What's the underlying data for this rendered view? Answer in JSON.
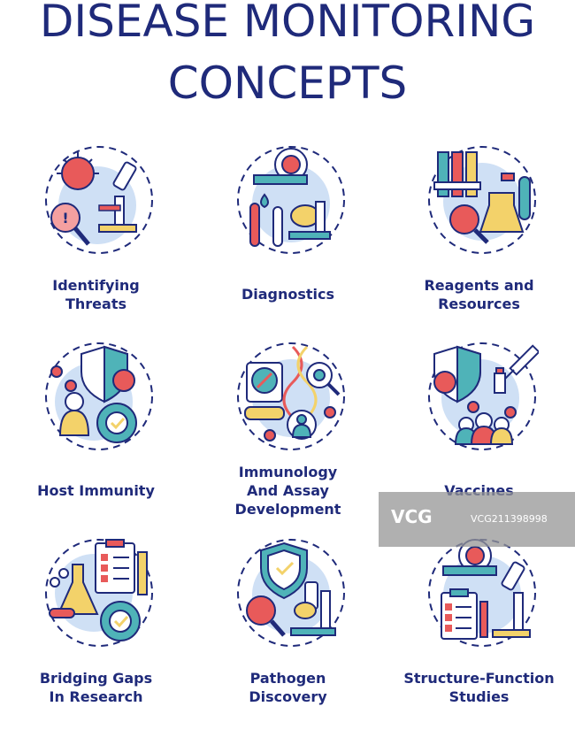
{
  "title": {
    "line1": "DISEASE MONITORING",
    "line2": "CONCEPTS"
  },
  "colors": {
    "navy": "#1f2a7a",
    "red": "#e85a5a",
    "blue_bg": "#cfe0f5",
    "yellow": "#f3d26a",
    "teal": "#4fb3b8"
  },
  "items": [
    {
      "label": "Identifying\nThreats",
      "icon": "virus-magnifier-microscope-icon"
    },
    {
      "label": "Diagnostics",
      "icon": "ct-scanner-lab-icon"
    },
    {
      "label": "Reagents and\nResources",
      "icon": "test-tubes-flask-icon"
    },
    {
      "label": "Host Immunity",
      "icon": "shield-person-gear-icon"
    },
    {
      "label": "Immunology\nAnd Assay\nDevelopment",
      "icon": "dna-eye-petri-icon"
    },
    {
      "label": "Vaccines",
      "icon": "shield-syringe-people-icon"
    },
    {
      "label": "Bridging Gaps\nIn Research",
      "icon": "clipboard-flask-gear-icon"
    },
    {
      "label": "Pathogen\nDiscovery",
      "icon": "shield-virus-microscope-icon"
    },
    {
      "label": "Structure-Function\nStudies",
      "icon": "scanner-clipboard-microscope-icon"
    }
  ],
  "watermark": {
    "logo": "VCG",
    "text": "VCG211398998"
  }
}
